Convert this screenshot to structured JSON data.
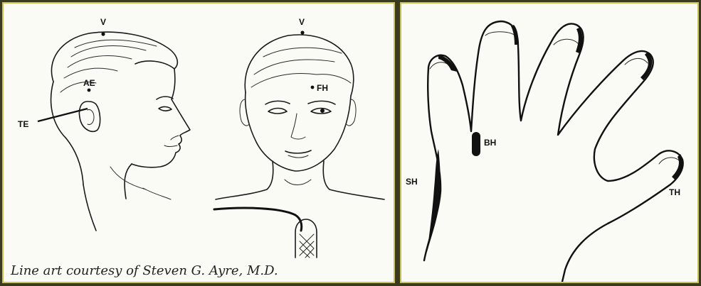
{
  "left_panel": {
    "labels": {
      "profile_vertex": "V",
      "front_vertex": "V",
      "above_ear": "AE",
      "temple": "TE",
      "forehead": "FH"
    },
    "credit": "Line art courtesy of Steven G. Ayre, M.D."
  },
  "right_panel": {
    "labels": {
      "base_of_hand": "BH",
      "side_of_hand": "SH",
      "thumb": "TH"
    }
  },
  "colors": {
    "frame": "#c9c25a",
    "background": "#3a3a1e",
    "paper": "#fbfbf6",
    "ink": "#1a1a1a"
  }
}
